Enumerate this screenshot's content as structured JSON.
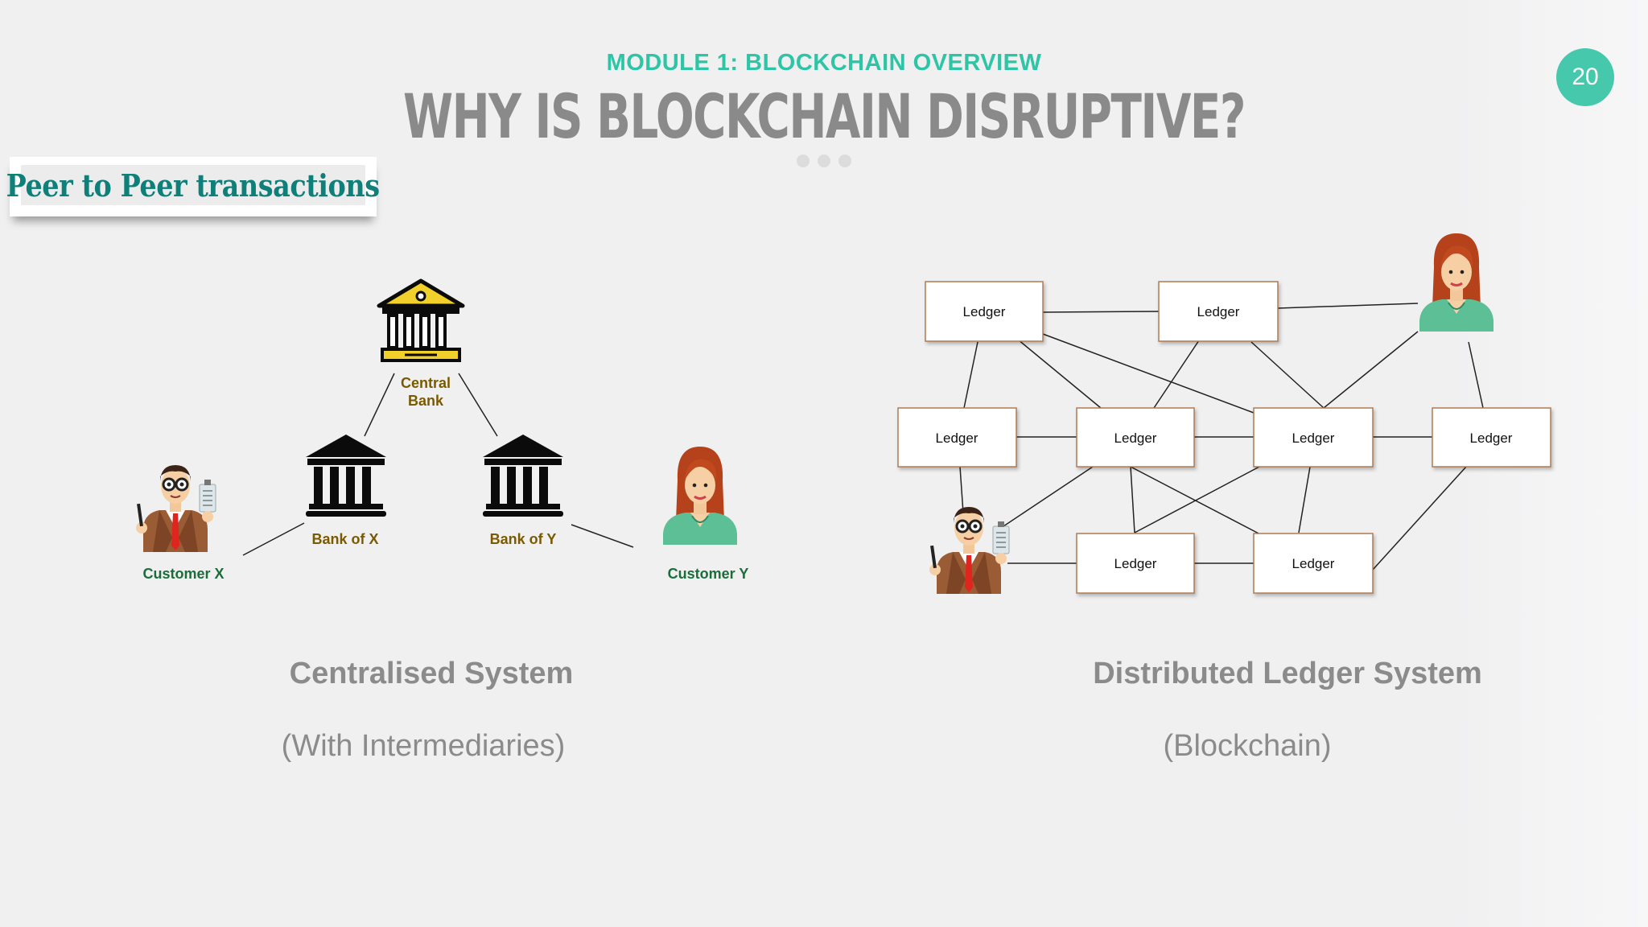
{
  "header": {
    "module": "MODULE 1: BLOCKCHAIN OVERVIEW",
    "title": "WHY IS BLOCKCHAIN DISRUPTIVE?",
    "page_number": "20",
    "accent_color": "#2ec4a6"
  },
  "callout": {
    "text": "Peer to Peer transactions"
  },
  "centralised": {
    "central_bank": "Central Bank",
    "bank_x": "Bank of X",
    "bank_y": "Bank of Y",
    "customer_x": "Customer X",
    "customer_y": "Customer Y",
    "caption": "Centralised System",
    "subcaption": "(With Intermediaries)"
  },
  "distributed": {
    "node_label": "Ledger",
    "caption": "Distributed Ledger System",
    "subcaption": "(Blockchain)"
  }
}
